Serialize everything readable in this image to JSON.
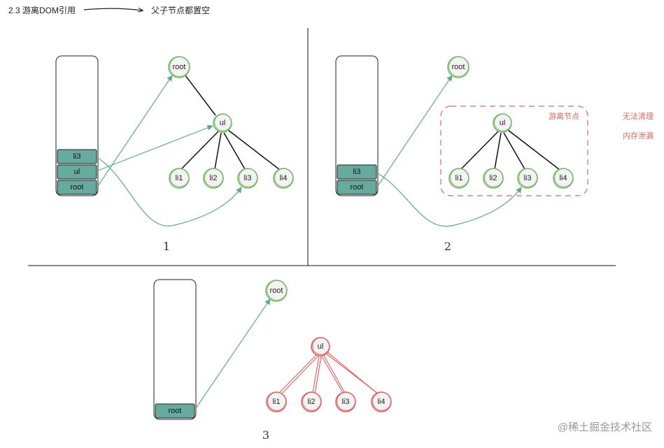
{
  "header": {
    "title": "2.3 游离DOM引用",
    "result": "父子节点都置空"
  },
  "node_labels": {
    "root": "root",
    "ul": "ul",
    "li1": "li1",
    "li2": "li2",
    "li3": "li3",
    "li4": "li4"
  },
  "panels": [
    {
      "number": "1",
      "stack": [
        "li3",
        "ul",
        "root"
      ]
    },
    {
      "number": "2",
      "stack": [
        "li3",
        "root"
      ],
      "region_label": "游离节点",
      "notes": [
        "无法清理",
        "内存泄漏"
      ]
    },
    {
      "number": "3",
      "stack": [
        "root"
      ]
    }
  ],
  "watermark": "@稀土掘金技术社区",
  "colors": {
    "green_node": "#7ab86a",
    "red_node": "#e06666",
    "stack_fill": "#67ab9f",
    "arrow": "#5fa890",
    "dashed_region": "#e06666"
  }
}
